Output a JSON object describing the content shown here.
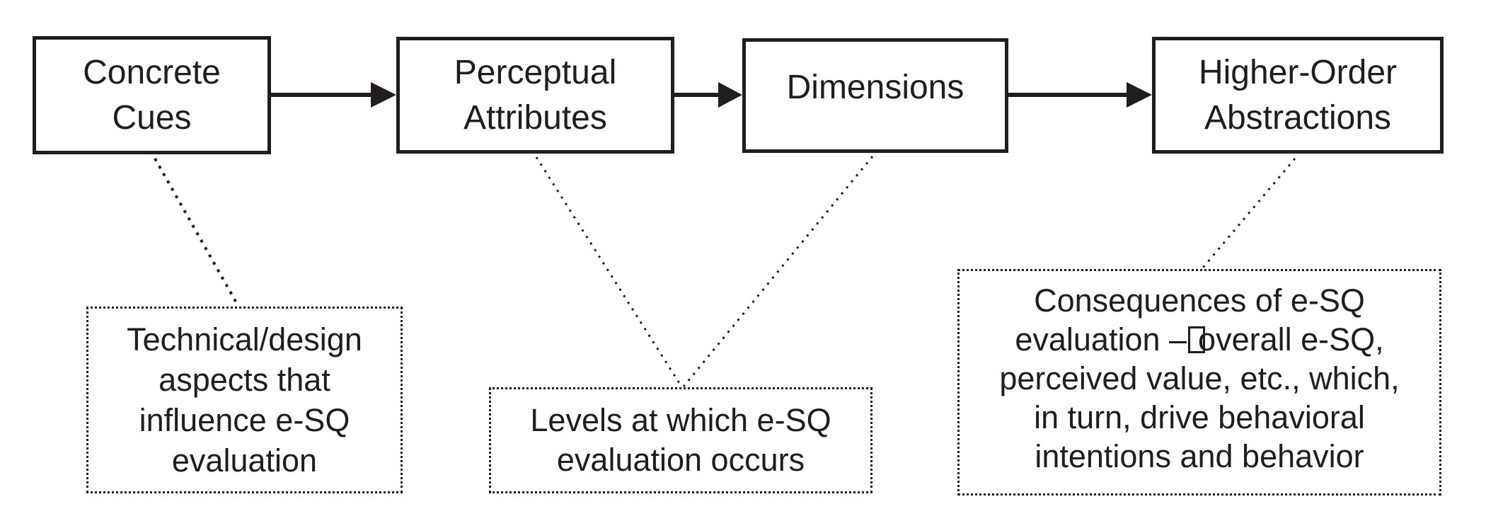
{
  "figure": {
    "background_color": "#ffffff",
    "ink_color": "#211d1d",
    "nodes": [
      {
        "id": "concrete-cues",
        "label_lines": [
          "Concrete",
          "Cues"
        ]
      },
      {
        "id": "perceptual-attributes",
        "label_lines": [
          "Perceptual",
          "Attributes"
        ]
      },
      {
        "id": "dimensions",
        "label_lines": [
          "Dimensions"
        ]
      },
      {
        "id": "higher-order-abstractions",
        "label_lines": [
          "Higher-Order",
          "Abstractions"
        ]
      }
    ],
    "callouts": [
      {
        "id": "technical-design-note",
        "lines": [
          "Technical/design",
          "aspects that",
          "influence e-SQ",
          "evaluation"
        ]
      },
      {
        "id": "levels-note",
        "lines": [
          "Levels at which e-SQ",
          "evaluation occurs"
        ]
      },
      {
        "id": "consequences-note",
        "line1": "Consequences of e-SQ",
        "line2_pre": "evaluation –",
        "line2_glyph": "missing-glyph-box",
        "line2_post": "overall e-SQ,",
        "line3": "perceived value, etc., which,",
        "line4": "in turn, drive behavioral",
        "line5": "intentions and behavior"
      }
    ],
    "edges": {
      "solid_arrows": [
        {
          "from": "Concrete Cues",
          "to": "Perceptual Attributes"
        },
        {
          "from": "Perceptual Attributes",
          "to": "Dimensions"
        },
        {
          "from": "Dimensions",
          "to": "Higher-Order Abstractions"
        }
      ],
      "dotted_links": [
        {
          "from": "Concrete Cues",
          "to": "technical-design-note"
        },
        {
          "from": "Perceptual Attributes",
          "to": "levels-note"
        },
        {
          "from": "Dimensions",
          "to": "levels-note"
        },
        {
          "from": "Higher-Order Abstractions",
          "to": "consequences-note"
        }
      ]
    }
  }
}
